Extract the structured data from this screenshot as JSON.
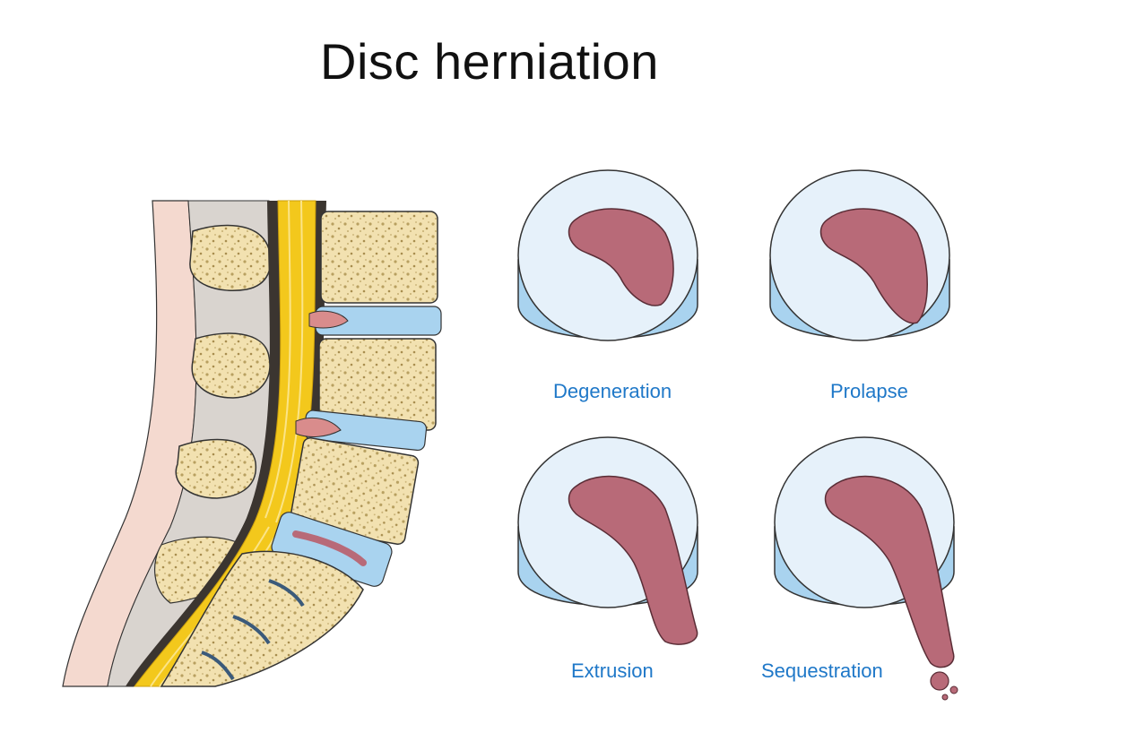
{
  "title": "Disc herniation",
  "stages": [
    {
      "id": "degeneration",
      "label": "Degeneration"
    },
    {
      "id": "prolapse",
      "label": "Prolapse"
    },
    {
      "id": "extrusion",
      "label": "Extrusion"
    },
    {
      "id": "sequestration",
      "label": "Sequestration"
    }
  ],
  "colors": {
    "bone": "#f2e1b0",
    "bone_pore": "#b8a060",
    "disc_rim": "#a9d3ef",
    "disc_top": "#e6f1fa",
    "nucleus": "#b86a78",
    "spinal_cord": "#f3c81c",
    "label_text": "#1f78c8"
  }
}
